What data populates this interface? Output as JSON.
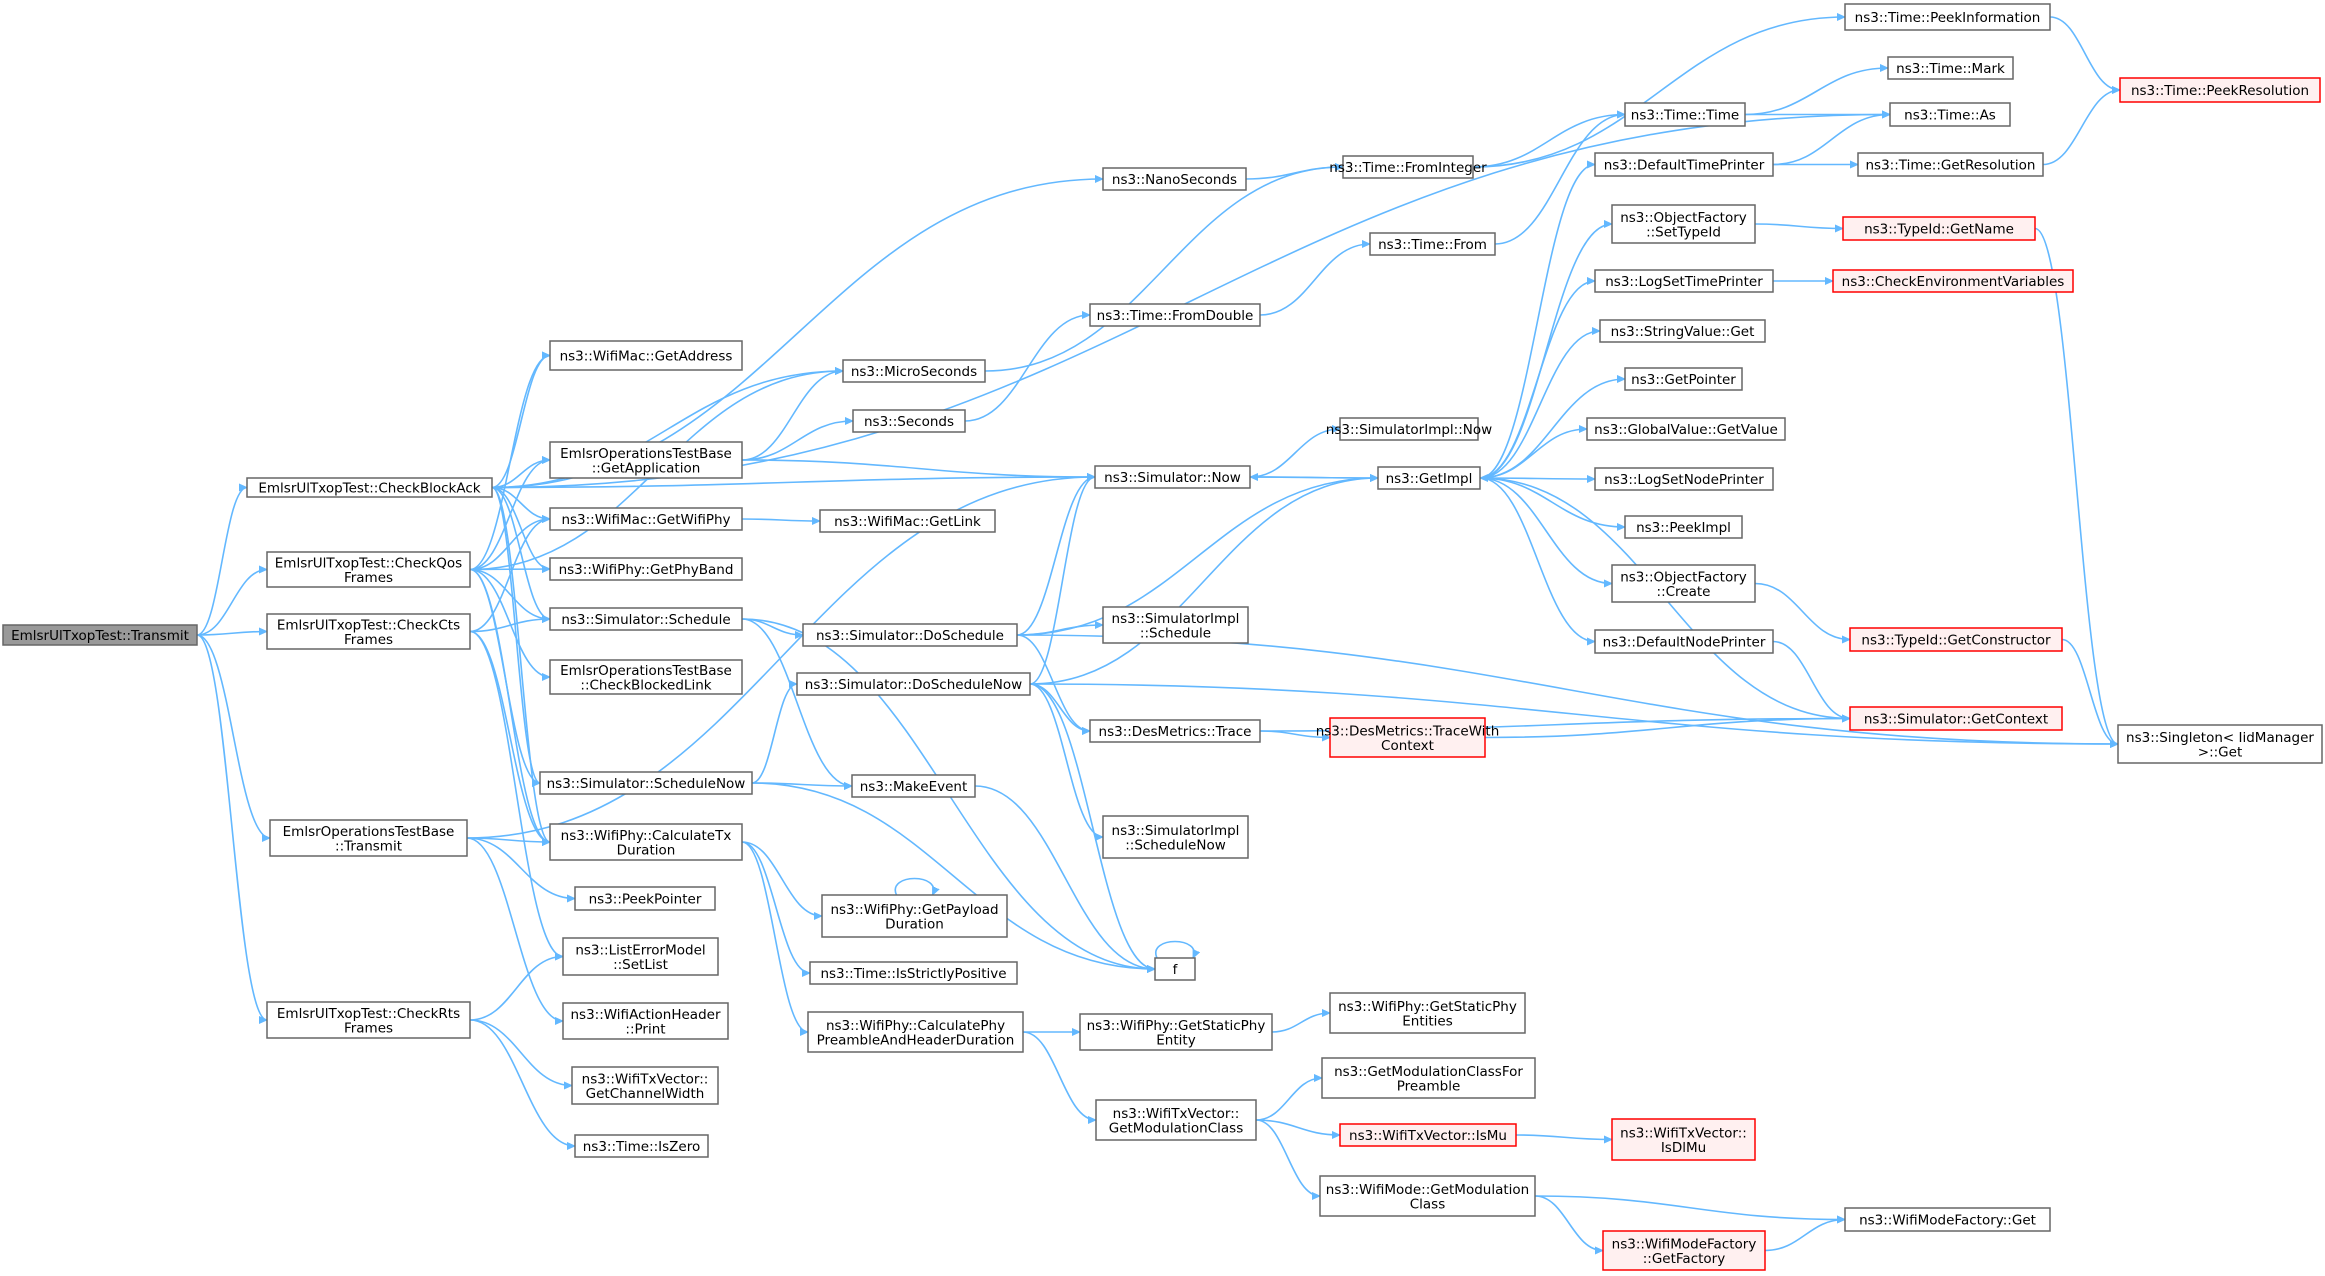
{
  "colors": {
    "edge": "#63b8ff",
    "node_border": "#666666",
    "node_fill": "#ffffff",
    "root_fill": "#999999",
    "root_border": "#666666",
    "truncated_border": "#ff0000",
    "truncated_fill": "#fff0f0"
  },
  "nodes": [
    {
      "id": "root",
      "lines": [
        "EmlsrUlTxopTest::Transmit"
      ],
      "kind": "root"
    },
    {
      "id": "checkBlockAck",
      "lines": [
        "EmlsrUlTxopTest::CheckBlockAck"
      ],
      "kind": "normal"
    },
    {
      "id": "checkQos",
      "lines": [
        "EmlsrUlTxopTest::CheckQos",
        "Frames"
      ],
      "kind": "normal"
    },
    {
      "id": "checkCts",
      "lines": [
        "EmlsrUlTxopTest::CheckCts",
        "Frames"
      ],
      "kind": "normal"
    },
    {
      "id": "baseTransmit",
      "lines": [
        "EmlsrOperationsTestBase",
        "::Transmit"
      ],
      "kind": "normal"
    },
    {
      "id": "checkRts",
      "lines": [
        "EmlsrUlTxopTest::CheckRts",
        "Frames"
      ],
      "kind": "normal"
    },
    {
      "id": "getAddress",
      "lines": [
        "ns3::WifiMac::GetAddress"
      ],
      "kind": "normal"
    },
    {
      "id": "getApplication",
      "lines": [
        "EmlsrOperationsTestBase",
        "::GetApplication"
      ],
      "kind": "normal"
    },
    {
      "id": "getWifiPhy",
      "lines": [
        "ns3::WifiMac::GetWifiPhy"
      ],
      "kind": "normal"
    },
    {
      "id": "getPhyBand",
      "lines": [
        "ns3::WifiPhy::GetPhyBand"
      ],
      "kind": "normal"
    },
    {
      "id": "schedule",
      "lines": [
        "ns3::Simulator::Schedule"
      ],
      "kind": "normal"
    },
    {
      "id": "checkBlockedLink",
      "lines": [
        "EmlsrOperationsTestBase",
        "::CheckBlockedLink"
      ],
      "kind": "normal"
    },
    {
      "id": "scheduleNow",
      "lines": [
        "ns3::Simulator::ScheduleNow"
      ],
      "kind": "normal"
    },
    {
      "id": "calcTxDuration",
      "lines": [
        "ns3::WifiPhy::CalculateTx",
        "Duration"
      ],
      "kind": "normal"
    },
    {
      "id": "peekPointer",
      "lines": [
        "ns3::PeekPointer"
      ],
      "kind": "normal"
    },
    {
      "id": "setList",
      "lines": [
        "ns3::ListErrorModel",
        "::SetList"
      ],
      "kind": "normal"
    },
    {
      "id": "actionPrint",
      "lines": [
        "ns3::WifiActionHeader",
        "::Print"
      ],
      "kind": "normal"
    },
    {
      "id": "getChannelWidth",
      "lines": [
        "ns3::WifiTxVector::",
        "GetChannelWidth"
      ],
      "kind": "normal"
    },
    {
      "id": "isZero",
      "lines": [
        "ns3::Time::IsZero"
      ],
      "kind": "normal"
    },
    {
      "id": "nanoSeconds",
      "lines": [
        "ns3::NanoSeconds"
      ],
      "kind": "normal"
    },
    {
      "id": "microSeconds",
      "lines": [
        "ns3::MicroSeconds"
      ],
      "kind": "normal"
    },
    {
      "id": "seconds",
      "lines": [
        "ns3::Seconds"
      ],
      "kind": "normal"
    },
    {
      "id": "getLink",
      "lines": [
        "ns3::WifiMac::GetLink"
      ],
      "kind": "normal"
    },
    {
      "id": "doSchedule",
      "lines": [
        "ns3::Simulator::DoSchedule"
      ],
      "kind": "normal"
    },
    {
      "id": "doScheduleNow",
      "lines": [
        "ns3::Simulator::DoScheduleNow"
      ],
      "kind": "normal"
    },
    {
      "id": "makeEvent",
      "lines": [
        "ns3::MakeEvent"
      ],
      "kind": "normal"
    },
    {
      "id": "getPayloadDuration",
      "lines": [
        "ns3::WifiPhy::GetPayload",
        "Duration"
      ],
      "kind": "normal"
    },
    {
      "id": "isStrictlyPositive",
      "lines": [
        "ns3::Time::IsStrictlyPositive"
      ],
      "kind": "normal"
    },
    {
      "id": "calcPreamble",
      "lines": [
        "ns3::WifiPhy::CalculatePhy",
        "PreambleAndHeaderDuration"
      ],
      "kind": "normal"
    },
    {
      "id": "timeFromDouble",
      "lines": [
        "ns3::Time::FromDouble"
      ],
      "kind": "normal"
    },
    {
      "id": "simNow",
      "lines": [
        "ns3::Simulator::Now"
      ],
      "kind": "normal"
    },
    {
      "id": "implSchedule",
      "lines": [
        "ns3::SimulatorImpl",
        "::Schedule"
      ],
      "kind": "normal"
    },
    {
      "id": "desTrace",
      "lines": [
        "ns3::DesMetrics::Trace"
      ],
      "kind": "normal"
    },
    {
      "id": "implScheduleNow",
      "lines": [
        "ns3::SimulatorImpl",
        "::ScheduleNow"
      ],
      "kind": "normal"
    },
    {
      "id": "f",
      "lines": [
        "f"
      ],
      "kind": "normal"
    },
    {
      "id": "getStaticPhyEntity",
      "lines": [
        "ns3::WifiPhy::GetStaticPhy",
        "Entity"
      ],
      "kind": "normal"
    },
    {
      "id": "getModulationClass",
      "lines": [
        "ns3::WifiTxVector::",
        "GetModulationClass"
      ],
      "kind": "normal"
    },
    {
      "id": "fromInteger",
      "lines": [
        "ns3::Time::FromInteger"
      ],
      "kind": "normal"
    },
    {
      "id": "timeFrom",
      "lines": [
        "ns3::Time::From"
      ],
      "kind": "normal"
    },
    {
      "id": "implNow",
      "lines": [
        "ns3::SimulatorImpl::Now"
      ],
      "kind": "normal"
    },
    {
      "id": "getImpl",
      "lines": [
        "ns3::GetImpl"
      ],
      "kind": "normal"
    },
    {
      "id": "traceWithContext",
      "lines": [
        "ns3::DesMetrics::TraceWith",
        "Context"
      ],
      "kind": "truncated"
    },
    {
      "id": "getStaticPhyEntities",
      "lines": [
        "ns3::WifiPhy::GetStaticPhy",
        "Entities"
      ],
      "kind": "normal"
    },
    {
      "id": "getModClassForPreamble",
      "lines": [
        "ns3::GetModulationClassFor",
        "Preamble"
      ],
      "kind": "normal"
    },
    {
      "id": "isMu",
      "lines": [
        "ns3::WifiTxVector::IsMu"
      ],
      "kind": "truncated"
    },
    {
      "id": "modeGetModulationClass",
      "lines": [
        "ns3::WifiMode::GetModulation",
        "Class"
      ],
      "kind": "normal"
    },
    {
      "id": "getFactory",
      "lines": [
        "ns3::WifiModeFactory",
        "::GetFactory"
      ],
      "kind": "truncated"
    },
    {
      "id": "peekInformation",
      "lines": [
        "ns3::Time::PeekInformation"
      ],
      "kind": "normal"
    },
    {
      "id": "timeTime",
      "lines": [
        "ns3::Time::Time"
      ],
      "kind": "normal"
    },
    {
      "id": "timeMark",
      "lines": [
        "ns3::Time::Mark"
      ],
      "kind": "normal"
    },
    {
      "id": "timeAs",
      "lines": [
        "ns3::Time::As"
      ],
      "kind": "normal"
    },
    {
      "id": "defaultTimePrinter",
      "lines": [
        "ns3::DefaultTimePrinter"
      ],
      "kind": "normal"
    },
    {
      "id": "getResolution",
      "lines": [
        "ns3::Time::GetResolution"
      ],
      "kind": "normal"
    },
    {
      "id": "setTypeId",
      "lines": [
        "ns3::ObjectFactory",
        "::SetTypeId"
      ],
      "kind": "normal"
    },
    {
      "id": "logSetTimePrinter",
      "lines": [
        "ns3::LogSetTimePrinter"
      ],
      "kind": "normal"
    },
    {
      "id": "stringValueGet",
      "lines": [
        "ns3::StringValue::Get"
      ],
      "kind": "normal"
    },
    {
      "id": "getPointer",
      "lines": [
        "ns3::GetPointer"
      ],
      "kind": "normal"
    },
    {
      "id": "globalValueGet",
      "lines": [
        "ns3::GlobalValue::GetValue"
      ],
      "kind": "normal"
    },
    {
      "id": "logSetNodePrinter",
      "lines": [
        "ns3::LogSetNodePrinter"
      ],
      "kind": "normal"
    },
    {
      "id": "peekImpl",
      "lines": [
        "ns3::PeekImpl"
      ],
      "kind": "normal"
    },
    {
      "id": "factoryCreate",
      "lines": [
        "ns3::ObjectFactory",
        "::Create"
      ],
      "kind": "normal"
    },
    {
      "id": "defaultNodePrinter",
      "lines": [
        "ns3::DefaultNodePrinter"
      ],
      "kind": "normal"
    },
    {
      "id": "getContext",
      "lines": [
        "ns3::Simulator::GetContext"
      ],
      "kind": "truncated"
    },
    {
      "id": "isDlMu",
      "lines": [
        "ns3::WifiTxVector::",
        "IsDlMu"
      ],
      "kind": "truncated"
    },
    {
      "id": "modeFactoryGet",
      "lines": [
        "ns3::WifiModeFactory::Get"
      ],
      "kind": "normal"
    },
    {
      "id": "peekResolution",
      "lines": [
        "ns3::Time::PeekResolution"
      ],
      "kind": "truncated"
    },
    {
      "id": "typeIdGetName",
      "lines": [
        "ns3::TypeId::GetName"
      ],
      "kind": "truncated"
    },
    {
      "id": "checkEnvVars",
      "lines": [
        "ns3::CheckEnvironmentVariables"
      ],
      "kind": "truncated"
    },
    {
      "id": "getConstructor",
      "lines": [
        "ns3::TypeId::GetConstructor"
      ],
      "kind": "truncated"
    },
    {
      "id": "singletonGet",
      "lines": [
        "ns3::Singleton< IidManager",
        " >::Get"
      ],
      "kind": "normal"
    }
  ],
  "edges": [
    [
      "root",
      "checkBlockAck"
    ],
    [
      "root",
      "checkQos"
    ],
    [
      "root",
      "checkCts"
    ],
    [
      "root",
      "baseTransmit"
    ],
    [
      "root",
      "checkRts"
    ],
    [
      "checkBlockAck",
      "timeAs"
    ],
    [
      "checkBlockAck",
      "nanoSeconds"
    ],
    [
      "checkBlockAck",
      "simNow"
    ],
    [
      "checkBlockAck",
      "getAddress"
    ],
    [
      "checkBlockAck",
      "microSeconds"
    ],
    [
      "checkBlockAck",
      "getApplication"
    ],
    [
      "checkBlockAck",
      "getWifiPhy"
    ],
    [
      "checkBlockAck",
      "getPhyBand"
    ],
    [
      "checkBlockAck",
      "schedule"
    ],
    [
      "checkBlockAck",
      "scheduleNow"
    ],
    [
      "checkBlockAck",
      "calcTxDuration"
    ],
    [
      "checkQos",
      "getAddress"
    ],
    [
      "checkQos",
      "microSeconds"
    ],
    [
      "checkQos",
      "getApplication"
    ],
    [
      "checkQos",
      "getWifiPhy"
    ],
    [
      "checkQos",
      "getPhyBand"
    ],
    [
      "checkQos",
      "schedule"
    ],
    [
      "checkQos",
      "checkBlockedLink"
    ],
    [
      "checkQos",
      "scheduleNow"
    ],
    [
      "checkQos",
      "calcTxDuration"
    ],
    [
      "checkCts",
      "getWifiPhy"
    ],
    [
      "checkCts",
      "schedule"
    ],
    [
      "checkCts",
      "calcTxDuration"
    ],
    [
      "checkCts",
      "setList"
    ],
    [
      "baseTransmit",
      "simNow"
    ],
    [
      "baseTransmit",
      "calcTxDuration"
    ],
    [
      "baseTransmit",
      "peekPointer"
    ],
    [
      "baseTransmit",
      "actionPrint"
    ],
    [
      "checkRts",
      "setList"
    ],
    [
      "checkRts",
      "getChannelWidth"
    ],
    [
      "checkRts",
      "isZero"
    ],
    [
      "getApplication",
      "microSeconds"
    ],
    [
      "getApplication",
      "seconds"
    ],
    [
      "getApplication",
      "simNow"
    ],
    [
      "getWifiPhy",
      "getLink"
    ],
    [
      "schedule",
      "doSchedule"
    ],
    [
      "schedule",
      "makeEvent"
    ],
    [
      "schedule",
      "f"
    ],
    [
      "scheduleNow",
      "doScheduleNow"
    ],
    [
      "scheduleNow",
      "makeEvent"
    ],
    [
      "scheduleNow",
      "f"
    ],
    [
      "calcTxDuration",
      "getPayloadDuration"
    ],
    [
      "calcTxDuration",
      "isStrictlyPositive"
    ],
    [
      "calcTxDuration",
      "calcPreamble"
    ],
    [
      "nanoSeconds",
      "fromInteger"
    ],
    [
      "microSeconds",
      "fromInteger"
    ],
    [
      "seconds",
      "timeFromDouble"
    ],
    [
      "doSchedule",
      "simNow"
    ],
    [
      "doSchedule",
      "getImpl"
    ],
    [
      "doSchedule",
      "implSchedule"
    ],
    [
      "doSchedule",
      "desTrace"
    ],
    [
      "doSchedule",
      "singletonGet"
    ],
    [
      "doScheduleNow",
      "simNow"
    ],
    [
      "doScheduleNow",
      "getImpl"
    ],
    [
      "doScheduleNow",
      "desTrace"
    ],
    [
      "doScheduleNow",
      "implScheduleNow"
    ],
    [
      "doScheduleNow",
      "f"
    ],
    [
      "doScheduleNow",
      "singletonGet"
    ],
    [
      "makeEvent",
      "f"
    ],
    [
      "getPayloadDuration",
      "getPayloadDuration"
    ],
    [
      "calcPreamble",
      "getStaticPhyEntity"
    ],
    [
      "calcPreamble",
      "getModulationClass"
    ],
    [
      "timeFromDouble",
      "timeFrom"
    ],
    [
      "simNow",
      "implNow"
    ],
    [
      "simNow",
      "getImpl"
    ],
    [
      "desTrace",
      "traceWithContext"
    ],
    [
      "desTrace",
      "getContext"
    ],
    [
      "f",
      "f"
    ],
    [
      "getStaticPhyEntity",
      "getStaticPhyEntities"
    ],
    [
      "getModulationClass",
      "getModClassForPreamble"
    ],
    [
      "getModulationClass",
      "isMu"
    ],
    [
      "getModulationClass",
      "modeGetModulationClass"
    ],
    [
      "fromInteger",
      "peekInformation"
    ],
    [
      "fromInteger",
      "timeTime"
    ],
    [
      "timeFrom",
      "timeTime"
    ],
    [
      "getImpl",
      "defaultTimePrinter"
    ],
    [
      "getImpl",
      "setTypeId"
    ],
    [
      "getImpl",
      "logSetTimePrinter"
    ],
    [
      "getImpl",
      "stringValueGet"
    ],
    [
      "getImpl",
      "getPointer"
    ],
    [
      "getImpl",
      "globalValueGet"
    ],
    [
      "getImpl",
      "logSetNodePrinter"
    ],
    [
      "getImpl",
      "peekImpl"
    ],
    [
      "getImpl",
      "factoryCreate"
    ],
    [
      "getImpl",
      "defaultNodePrinter"
    ],
    [
      "getImpl",
      "simNow"
    ],
    [
      "traceWithContext",
      "getContext"
    ],
    [
      "isMu",
      "isDlMu"
    ],
    [
      "modeGetModulationClass",
      "modeFactoryGet"
    ],
    [
      "modeGetModulationClass",
      "getFactory"
    ],
    [
      "getFactory",
      "modeFactoryGet"
    ],
    [
      "peekInformation",
      "peekResolution"
    ],
    [
      "timeTime",
      "timeMark"
    ],
    [
      "timeTime",
      "timeAs"
    ],
    [
      "defaultTimePrinter",
      "timeAs"
    ],
    [
      "defaultTimePrinter",
      "getResolution"
    ],
    [
      "getResolution",
      "peekResolution"
    ],
    [
      "setTypeId",
      "typeIdGetName"
    ],
    [
      "logSetTimePrinter",
      "checkEnvVars"
    ],
    [
      "factoryCreate",
      "getConstructor"
    ],
    [
      "defaultNodePrinter",
      "getContext"
    ],
    [
      "getContext",
      "getImpl"
    ],
    [
      "typeIdGetName",
      "singletonGet"
    ],
    [
      "getConstructor",
      "singletonGet"
    ]
  ]
}
